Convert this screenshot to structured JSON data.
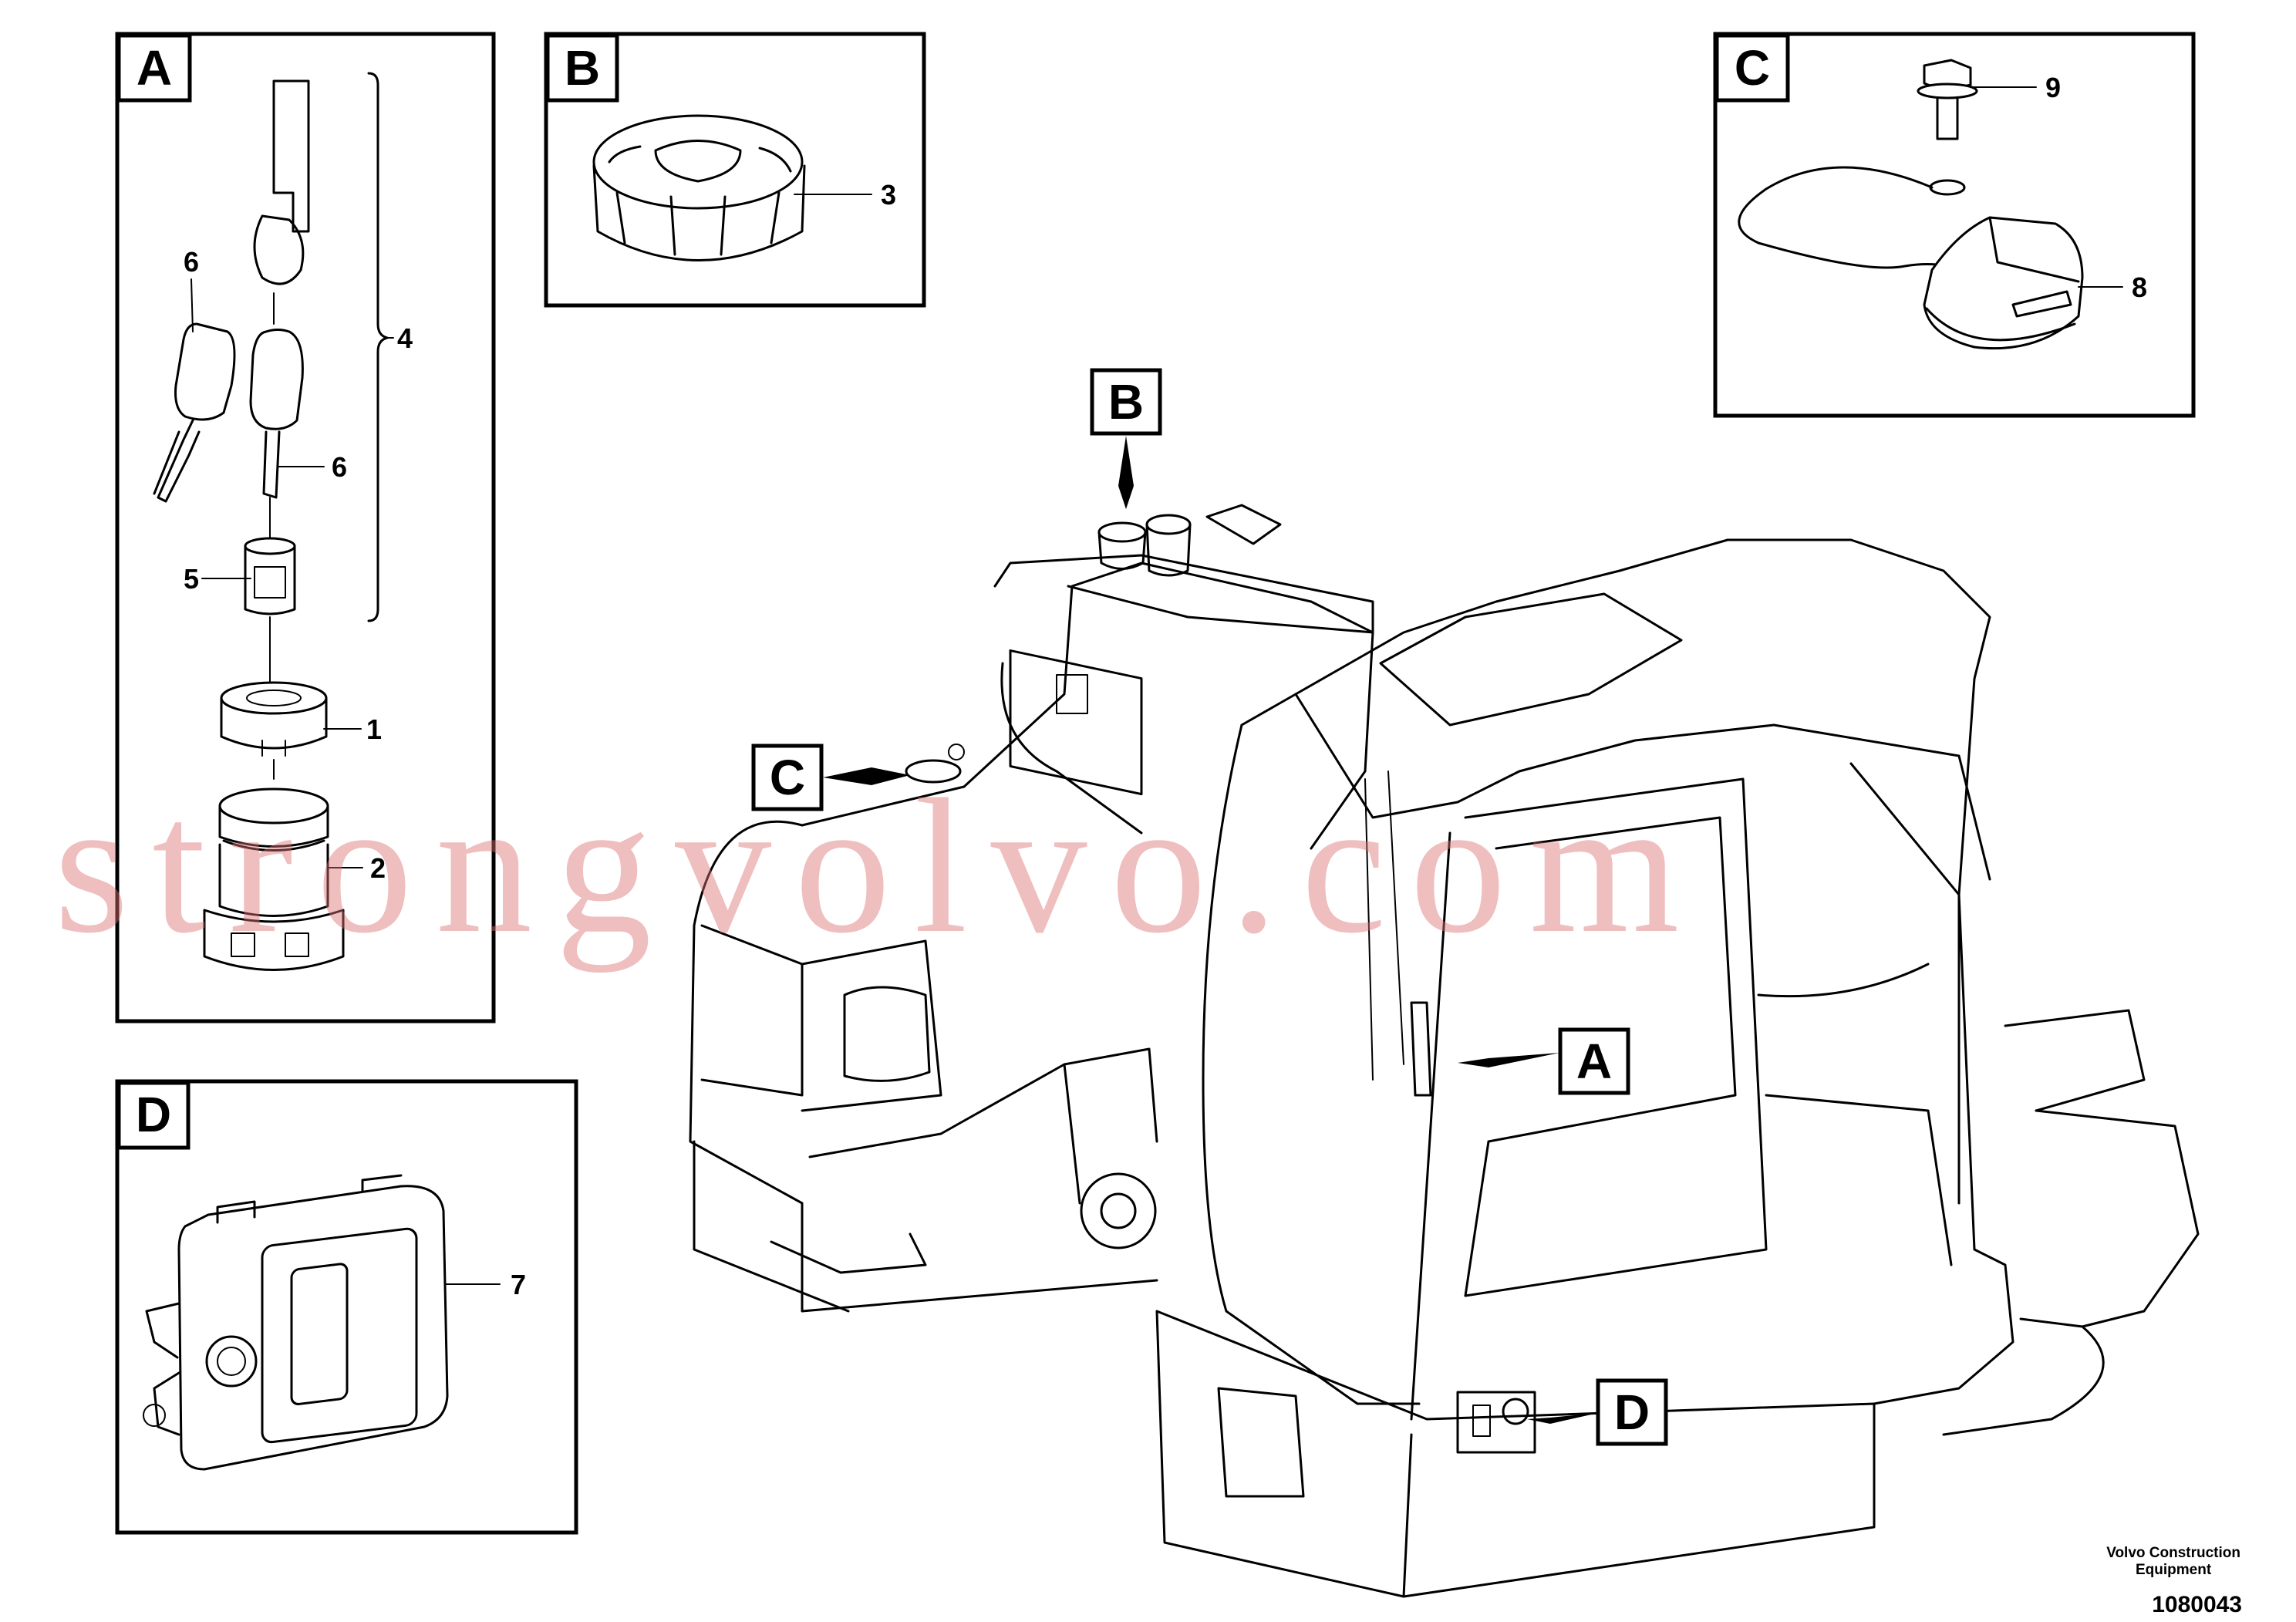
{
  "detail_labels": {
    "A": "A",
    "B": "B",
    "C": "C",
    "D": "D"
  },
  "machine_markers": {
    "A": "A",
    "B": "B",
    "C": "C",
    "D": "D"
  },
  "part_numbers": {
    "p1": "1",
    "p2": "2",
    "p3": "3",
    "p4": "4",
    "p5": "5",
    "p6a": "6",
    "p6b": "6",
    "p7": "7",
    "p8": "8",
    "p9": "9"
  },
  "credit": {
    "line1": "Volvo Construction",
    "line2": "Equipment"
  },
  "doc_number": "1080043",
  "watermark": "strongvolvo.com",
  "colors": {
    "ink": "#000000",
    "watermark": "#dc6e6e"
  }
}
